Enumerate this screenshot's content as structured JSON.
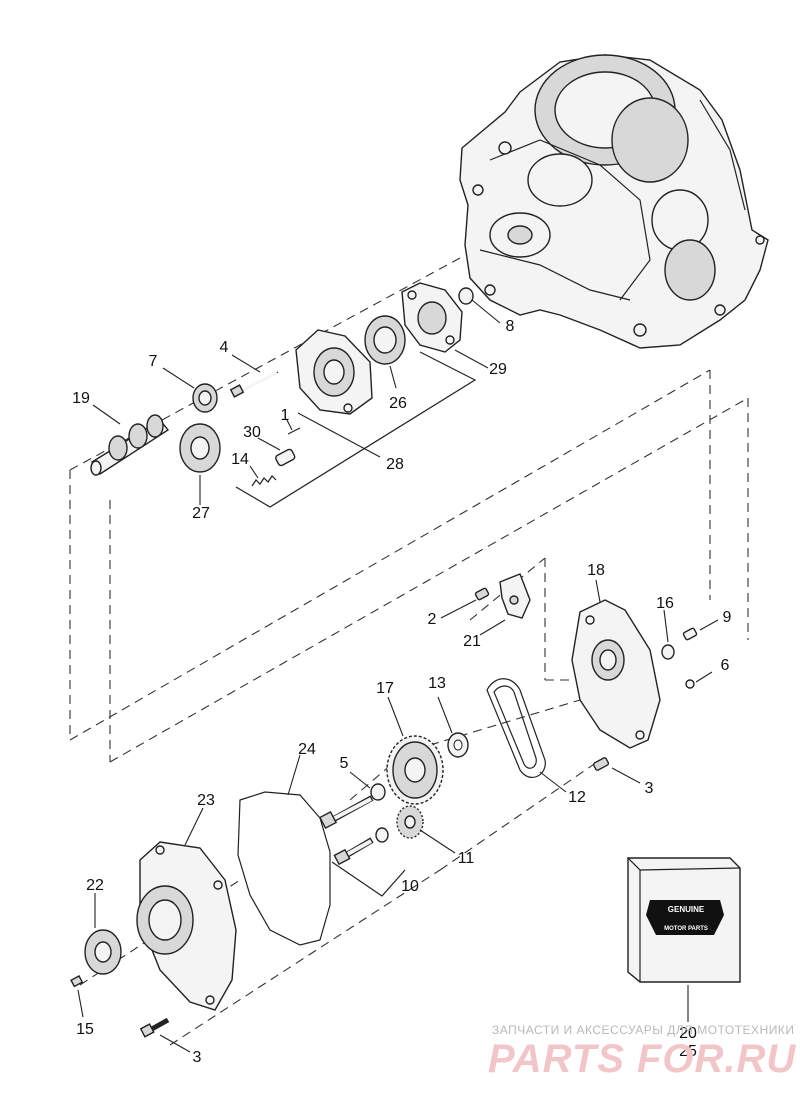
{
  "callouts": [
    {
      "id": "1",
      "text": "1"
    },
    {
      "id": "2",
      "text": "2"
    },
    {
      "id": "3a",
      "text": "3"
    },
    {
      "id": "3b",
      "text": "3"
    },
    {
      "id": "4",
      "text": "4"
    },
    {
      "id": "5",
      "text": "5"
    },
    {
      "id": "6",
      "text": "6"
    },
    {
      "id": "7",
      "text": "7"
    },
    {
      "id": "8",
      "text": "8"
    },
    {
      "id": "9",
      "text": "9"
    },
    {
      "id": "10",
      "text": "10"
    },
    {
      "id": "11",
      "text": "11"
    },
    {
      "id": "12",
      "text": "12"
    },
    {
      "id": "13",
      "text": "13"
    },
    {
      "id": "14",
      "text": "14"
    },
    {
      "id": "15",
      "text": "15"
    },
    {
      "id": "16",
      "text": "16"
    },
    {
      "id": "17",
      "text": "17"
    },
    {
      "id": "18",
      "text": "18"
    },
    {
      "id": "19",
      "text": "19"
    },
    {
      "id": "20",
      "text": "20"
    },
    {
      "id": "21",
      "text": "21"
    },
    {
      "id": "22",
      "text": "22"
    },
    {
      "id": "23",
      "text": "23"
    },
    {
      "id": "24",
      "text": "24"
    },
    {
      "id": "25",
      "text": "25"
    },
    {
      "id": "26",
      "text": "26"
    },
    {
      "id": "27",
      "text": "27"
    },
    {
      "id": "28",
      "text": "28"
    },
    {
      "id": "29",
      "text": "29"
    },
    {
      "id": "30",
      "text": "30"
    }
  ],
  "parts_box": {
    "brand_top": "GENUINE",
    "brand_bottom": "MOTOR PARTS"
  },
  "watermark": {
    "tagline": "ЗАПЧАСТИ И АКСЕССУАРЫ ДЛЯ МОТОТЕХНИКИ",
    "site": "PARTS FOR.RU"
  }
}
